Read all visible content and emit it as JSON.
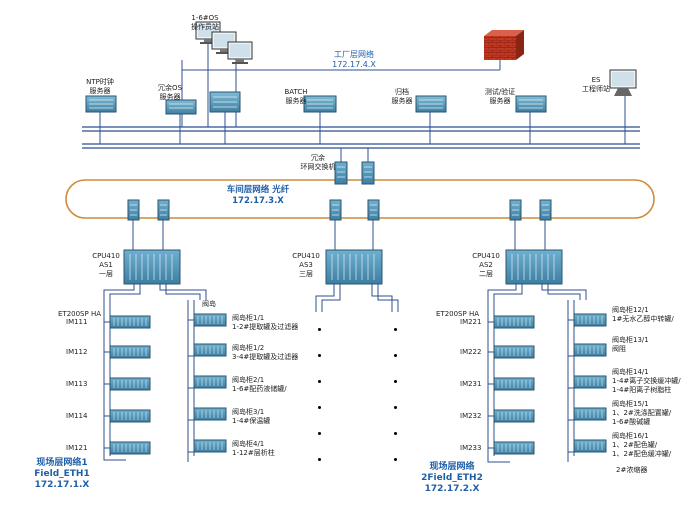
{
  "plant_network": {
    "name": "工厂层网络",
    "ip": "172.17.4.X"
  },
  "workstations": {
    "name": "1-6#OS",
    "role": "操作员站"
  },
  "servers": [
    {
      "line1": "NTP时钟",
      "line2": "服务器"
    },
    {
      "line1": "冗余OS",
      "line2": "服务器"
    },
    {
      "line1": "BATCH",
      "line2": "服务器"
    },
    {
      "line1": "归档",
      "line2": "服务器"
    },
    {
      "line1": "测试/验证",
      "line2": "服务器"
    },
    {
      "line1": "ES",
      "line2": "工程师站"
    }
  ],
  "redundant_switch": {
    "line1": "冗余",
    "line2": "环网交换机"
  },
  "ring_network": {
    "name": "车间层网络 光纤",
    "ip": "172.17.3.X"
  },
  "cpus": [
    {
      "model": "CPU410",
      "as": "AS1",
      "floor": "一层"
    },
    {
      "model": "CPU410",
      "as": "AS3",
      "floor": "三层"
    },
    {
      "model": "CPU410",
      "as": "AS2",
      "floor": "二层"
    }
  ],
  "field_left": {
    "header_io": "ET200SP HA",
    "header_valve": "阀岛",
    "io_modules": [
      "IM111",
      "IM112",
      "IM113",
      "IM114",
      "IM121"
    ],
    "valves": [
      {
        "name": "阀岛柜1/1",
        "desc": "1-2#提取罐及过滤器"
      },
      {
        "name": "阀岛柜1/2",
        "desc": "3-4#提取罐及过滤器"
      },
      {
        "name": "阀岛柜2/1",
        "desc": "1-6#配药液储罐/"
      },
      {
        "name": "阀岛柜3/1",
        "desc": "1-4#保温罐"
      },
      {
        "name": "阀岛柜4/1",
        "desc": "1-12#层析柱"
      }
    ],
    "network": {
      "name": "现场层网络1",
      "sub": "Field_ETH1",
      "ip": "172.17.1.X"
    }
  },
  "field_right": {
    "header_io": "ET200SP HA",
    "io_modules": [
      "IM221",
      "IM222",
      "IM231",
      "IM232",
      "IM233"
    ],
    "valves": [
      {
        "name": "阀岛柜12/1",
        "desc": "1#无水乙醇中转罐/",
        "desc2": ""
      },
      {
        "name": "阀岛柜13/1",
        "desc": "阀阻",
        "desc2": ""
      },
      {
        "name": "阀岛柜14/1",
        "desc": "1-4#离子交换缓冲罐/",
        "desc2": "1-4#阳离子树脂柱"
      },
      {
        "name": "阀岛柜15/1",
        "desc": "1、2#洗涤配置罐/",
        "desc2": "1-6#酸碱罐"
      },
      {
        "name": "阀岛柜16/1",
        "desc": "1、2#配色罐/",
        "desc2": "1、2#配色缓冲罐/"
      }
    ],
    "valve_extra": "2#浓缩器",
    "network": {
      "name": "现场层网络",
      "sub": "2Field_ETH2",
      "ip": "172.17.2.X"
    }
  },
  "colors": {
    "line": "#2d4f8f",
    "ring": "#d08a3a",
    "accent": "#1f5fa8",
    "rack": "#4a8fb5",
    "firewall": "#b03020"
  }
}
